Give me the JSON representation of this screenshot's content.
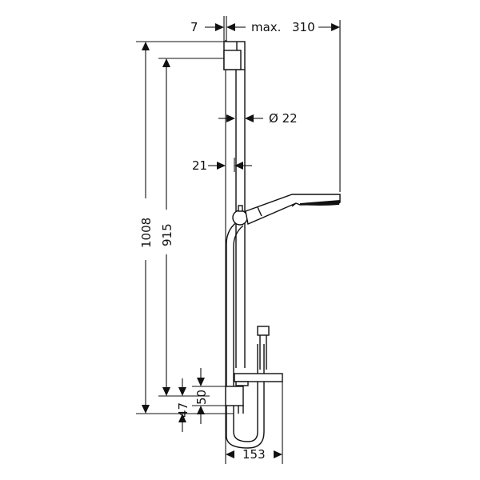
{
  "drawing": {
    "subject": "shower rail set with hand shower and hose",
    "line_color": "#111111",
    "background": "#ffffff"
  },
  "dimensions": {
    "wall_offset": "7",
    "max_label": "max.",
    "max_projection": "310",
    "rail_diameter": "Ø 22",
    "rail_offset": "21",
    "overall_height": "1008",
    "rail_height": "915",
    "bracket_height": "50",
    "bottom_offset": "47",
    "shelf_width": "153"
  }
}
